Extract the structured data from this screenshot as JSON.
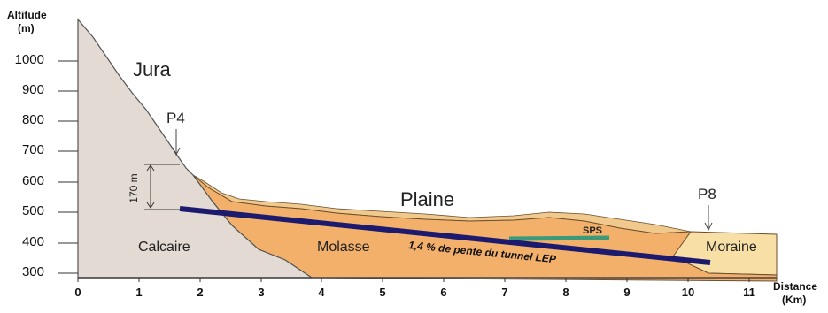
{
  "y_axis": {
    "title_line1": "Altitude",
    "title_line2": "(m)",
    "ticks": [
      "1000",
      "900",
      "800",
      "700",
      "600",
      "500",
      "400",
      "300"
    ]
  },
  "x_axis": {
    "title_line1": "Distance",
    "title_line2": "(Km)",
    "ticks": [
      "0",
      "1",
      "2",
      "3",
      "4",
      "5",
      "6",
      "7",
      "8",
      "9",
      "10",
      "11"
    ]
  },
  "labels": {
    "jura": "Jura",
    "plaine": "Plaine",
    "calcaire": "Calcaire",
    "molasse": "Molasse",
    "moraine": "Moraine",
    "p4": "P4",
    "p8": "P8",
    "sps": "SPS",
    "depth": "170 m",
    "tunnel": "1,4 % de pente du tunnel LEP"
  },
  "colors": {
    "calcaire": "#e3dbd3",
    "molasse": "#f3b06b",
    "moraine": "#f8dfa6",
    "plaine_band": "#f1c98c",
    "tunnel": "#1c1a6e",
    "sps": "#3a9a7a"
  }
}
